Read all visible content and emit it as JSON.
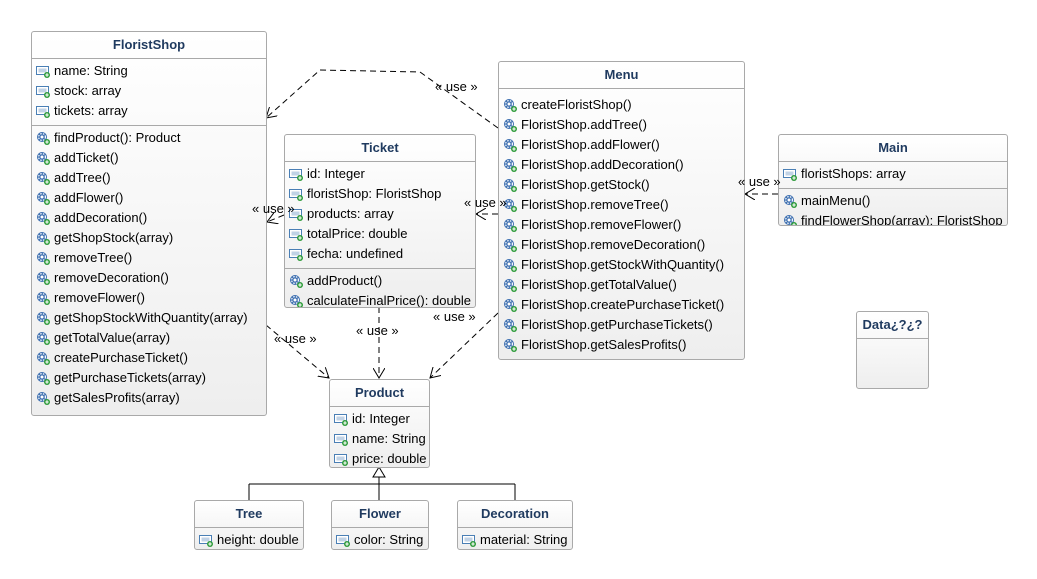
{
  "stereotype_label": "« use »",
  "classes": {
    "florist_shop": {
      "name": "FloristShop",
      "attributes": [
        "name: String",
        "stock: array",
        "tickets: array"
      ],
      "operations": [
        "findProduct(): Product",
        "addTicket()",
        "addTree()",
        "addFlower()",
        "addDecoration()",
        "getShopStock(array)",
        "removeTree()",
        "removeDecoration()",
        "removeFlower()",
        "getShopStockWithQuantity(array)",
        "getTotalValue(array)",
        "createPurchaseTicket()",
        "getPurchaseTickets(array)",
        "getSalesProfits(array)"
      ]
    },
    "ticket": {
      "name": "Ticket",
      "attributes": [
        "id: Integer",
        "floristShop: FloristShop",
        "products: array",
        "totalPrice: double",
        "fecha: undefined"
      ],
      "operations": [
        "addProduct()",
        "calculateFinalPrice(): double"
      ]
    },
    "menu": {
      "name": "Menu",
      "operations": [
        "createFloristShop()",
        "FloristShop.addTree()",
        "FloristShop.addFlower()",
        "FloristShop.addDecoration()",
        "FloristShop.getStock()",
        "FloristShop.removeTree()",
        "FloristShop.removeFlower()",
        "FloristShop.removeDecoration()",
        "FloristShop.getStockWithQuantity()",
        "FloristShop.getTotalValue()",
        "FloristShop.createPurchaseTicket()",
        "FloristShop.getPurchaseTickets()",
        "FloristShop.getSalesProfits()"
      ]
    },
    "main": {
      "name": "Main",
      "attributes": [
        "floristShops: array"
      ],
      "operations": [
        "mainMenu()",
        "findFlowerShop(array): FloristShop"
      ]
    },
    "product": {
      "name": "Product",
      "attributes": [
        "id: Integer",
        "name: String",
        "price: double"
      ]
    },
    "tree": {
      "name": "Tree",
      "attributes": [
        "height: double"
      ]
    },
    "flower": {
      "name": "Flower",
      "attributes": [
        "color: String"
      ]
    },
    "decoration": {
      "name": "Decoration",
      "attributes": [
        "material: String"
      ]
    },
    "data": {
      "name": "Data¿?¿?"
    }
  },
  "colors": {
    "title_text": "#1f3a5f",
    "attribute_icon": "#4a7fb5",
    "operation_icon": "#3d6fb0",
    "plus_badge": "#2e9b3a",
    "border": "#a9a9a9",
    "line": "#000000"
  },
  "icons": {
    "attribute": "field-icon",
    "operation": "method-gear-icon"
  }
}
